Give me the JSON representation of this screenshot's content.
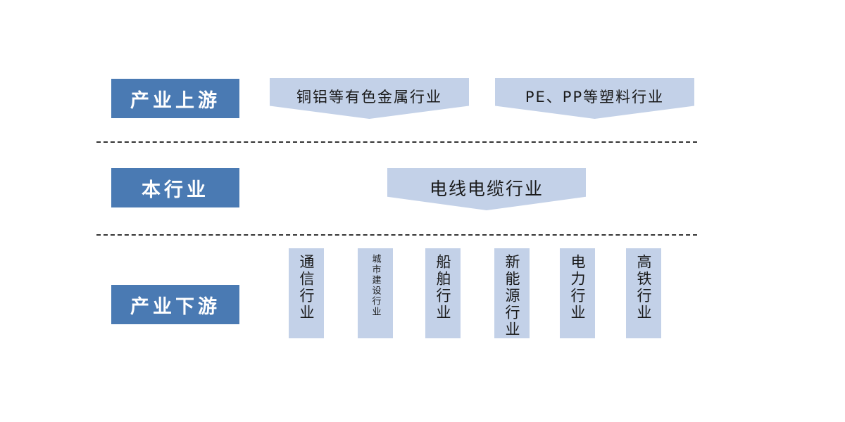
{
  "tiers": {
    "upstream": "产业上游",
    "industry": "本行业",
    "downstream": "产业下游"
  },
  "upstream_items": [
    "铜铝等有色金属行业",
    "PE、PP等塑料行业"
  ],
  "industry_item": "电线电缆行业",
  "downstream_items": [
    "通信行业",
    "城市建设行业",
    "船舶行业",
    "新能源行业",
    "电力行业",
    "高铁行业"
  ],
  "colors": {
    "label_bg": "#4a7ab3",
    "box_bg": "#c3d1e8",
    "divider": "#333333"
  }
}
